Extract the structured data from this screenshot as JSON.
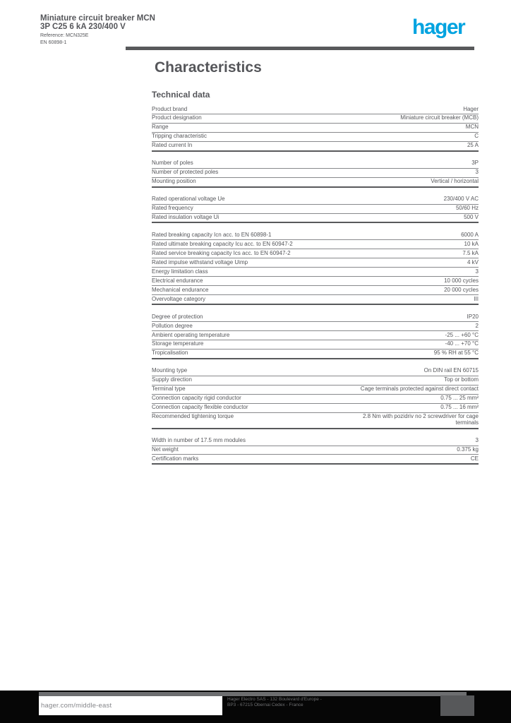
{
  "header": {
    "title_line1": "Miniature circuit breaker MCN",
    "title_line2": "3P C25 6 kA 230/400 V",
    "sub_line1": "Reference: MCN325E",
    "sub_line2": "EN 60898-1",
    "logo_text": "hager",
    "logo_color": "#00a3e0"
  },
  "page": {
    "title": "Characteristics"
  },
  "characteristics": {
    "section_title": "Technical data",
    "groups": [
      {
        "rows": [
          {
            "label": "Product brand",
            "value": "Hager"
          },
          {
            "label": "Product designation",
            "value": "Miniature circuit breaker (MCB)"
          },
          {
            "label": "Range",
            "value": "MCN"
          },
          {
            "label": "Tripping characteristic",
            "value": "C"
          },
          {
            "label": "Rated current In",
            "value": "25 A"
          }
        ]
      },
      {
        "rows": [
          {
            "label": "Number of poles",
            "value": "3P"
          },
          {
            "label": "Number of protected poles",
            "value": "3"
          },
          {
            "label": "Mounting position",
            "value": "Vertical / horizontal"
          }
        ]
      },
      {
        "rows": [
          {
            "label": "Rated operational voltage Ue",
            "value": "230/400 V AC"
          },
          {
            "label": "Rated frequency",
            "value": "50/60 Hz"
          },
          {
            "label": "Rated insulation voltage Ui",
            "value": "500 V"
          }
        ]
      },
      {
        "rows": [
          {
            "label": "Rated breaking capacity Icn acc. to EN 60898-1",
            "value": "6000 A"
          },
          {
            "label": "Rated ultimate breaking capacity Icu acc. to EN 60947-2",
            "value": "10 kA"
          },
          {
            "label": "Rated service breaking capacity Ics acc. to EN 60947-2",
            "value": "7.5 kA"
          },
          {
            "label": "Rated impulse withstand voltage Uimp",
            "value": "4 kV"
          },
          {
            "label": "Energy limitation class",
            "value": "3"
          },
          {
            "label": "Electrical endurance",
            "value": "10 000 cycles"
          },
          {
            "label": "Mechanical endurance",
            "value": "20 000 cycles"
          },
          {
            "label": "Overvoltage category",
            "value": "III"
          }
        ]
      },
      {
        "rows": [
          {
            "label": "Degree of protection",
            "value": "IP20"
          },
          {
            "label": "Pollution degree",
            "value": "2"
          },
          {
            "label": "Ambient operating temperature",
            "value": "-25 ... +60 °C"
          },
          {
            "label": "Storage temperature",
            "value": "-40 ... +70 °C"
          },
          {
            "label": "Tropicalisation",
            "value": "95 % RH at 55 °C"
          }
        ]
      },
      {
        "rows": [
          {
            "label": "Mounting type",
            "value": "On DIN rail EN 60715"
          },
          {
            "label": "Supply direction",
            "value": "Top or bottom"
          },
          {
            "label": "Terminal type",
            "value": "Cage terminals protected against direct contact"
          },
          {
            "label": "Connection capacity rigid conductor",
            "value": "0.75 ... 25 mm²"
          },
          {
            "label": "Connection capacity flexible conductor",
            "value": "0.75 ... 16 mm²"
          },
          {
            "label": "Recommended tightening torque",
            "value": "2.8 Nm with pozidriv no 2 screwdriver for cage terminals"
          }
        ]
      },
      {
        "rows": [
          {
            "label": "Width in number of 17.5 mm modules",
            "value": "3"
          },
          {
            "label": "Net weight",
            "value": "0.375 kg"
          },
          {
            "label": "Certification marks",
            "value": "CE"
          }
        ]
      }
    ]
  },
  "footer": {
    "website": "hager.com/middle-east",
    "company_line1": "Hager Electro SAS - 132 Boulevard d'Europe -",
    "company_line2": "BP3 - 67215 Obernai Cedex - France"
  }
}
